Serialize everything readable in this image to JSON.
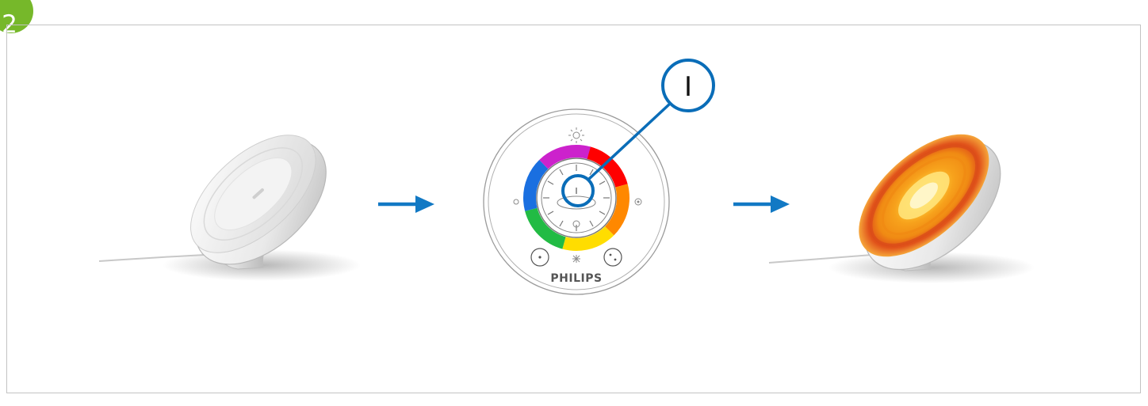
{
  "step": {
    "number": "2"
  },
  "callout": {
    "label": "I"
  },
  "remote": {
    "brand": "PHILIPS",
    "power_label": "I"
  },
  "colors": {
    "step_badge": "#76b82a",
    "callout_blue": "#0a6db8",
    "arrow_blue": "#1279c4",
    "frame_border": "#c3c3c3",
    "lamp_glow": "#f39a1b"
  },
  "icons": [
    "lamp-off-icon",
    "arrow-right-icon",
    "remote-control-icon",
    "color-wheel-icon",
    "brightness-up-icon",
    "brightness-down-icon",
    "scene-left-icon",
    "scene-right-icon",
    "lamp-on-icon"
  ]
}
